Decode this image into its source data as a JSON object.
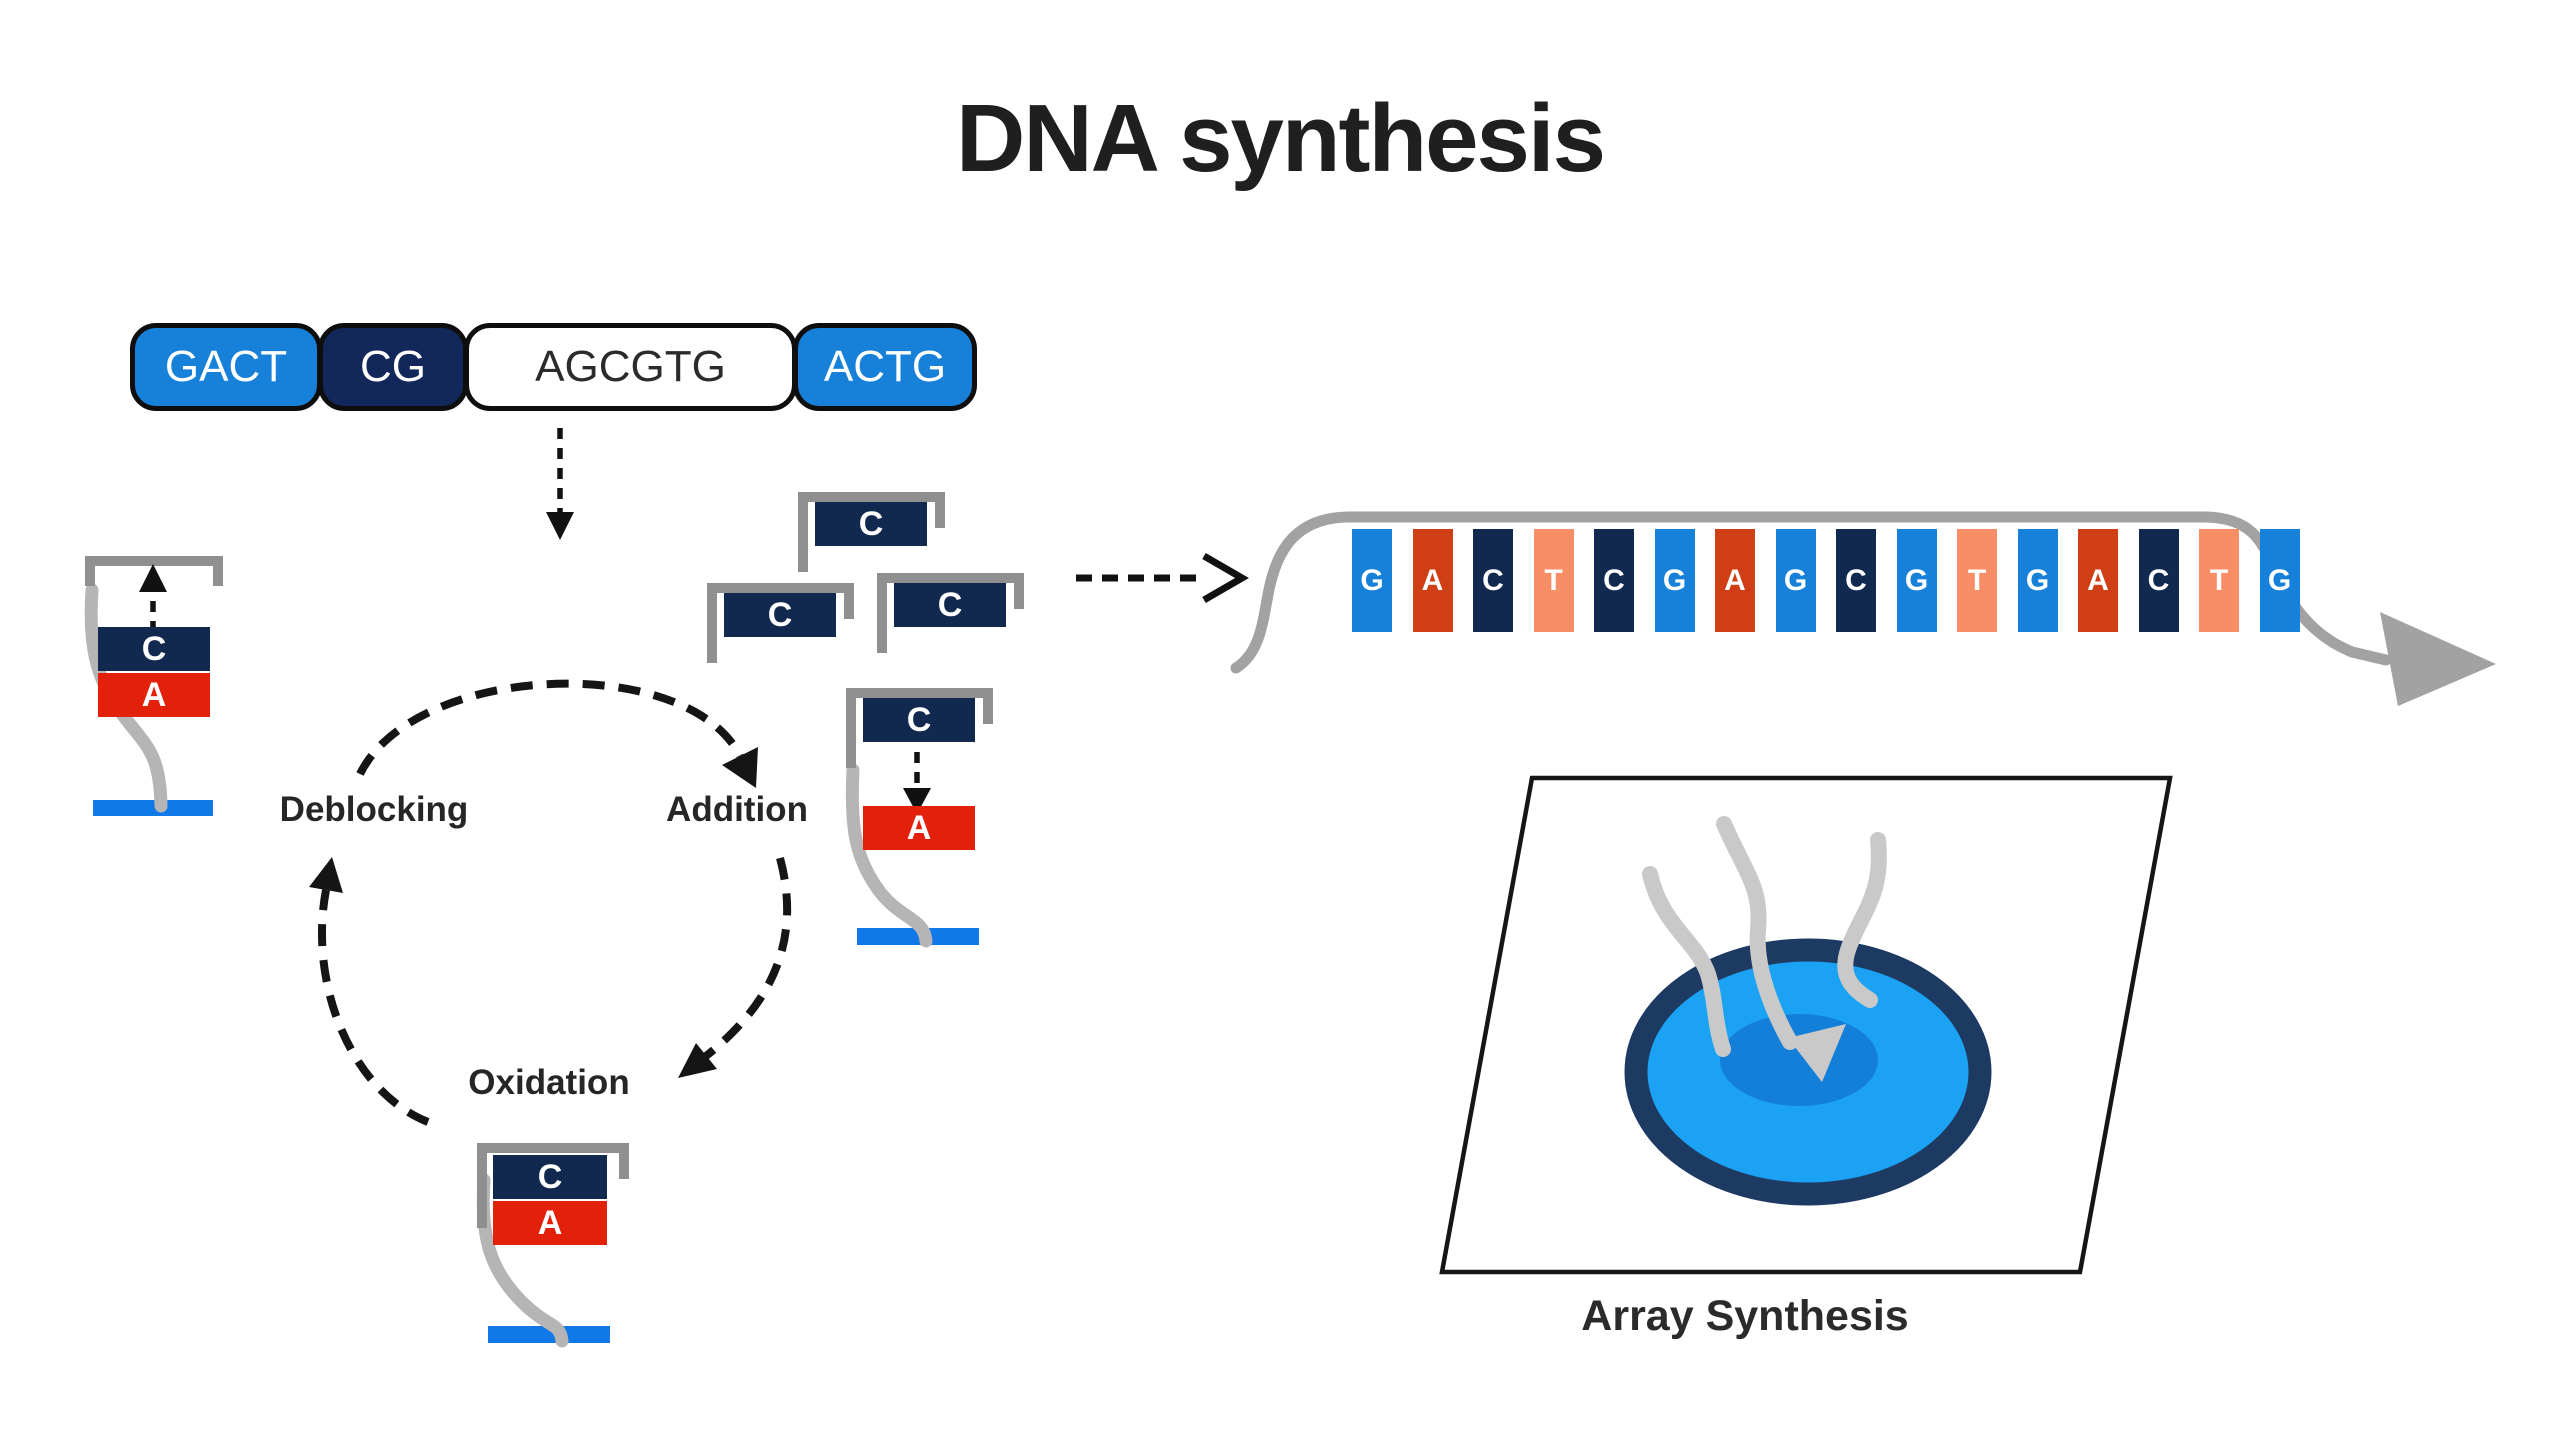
{
  "title": "DNA synthesis",
  "pills": [
    {
      "text": "GACT",
      "variant": "blue"
    },
    {
      "text": "CG",
      "variant": "navy"
    },
    {
      "text": "AGCGTG",
      "variant": "white"
    },
    {
      "text": "ACTG",
      "variant": "blue"
    }
  ],
  "cycle": {
    "deblocking": "Deblocking",
    "addition": "Addition",
    "oxidation": "Oxidation"
  },
  "monomer": {
    "c": "C",
    "a": "A"
  },
  "strand": {
    "bases": [
      "G",
      "A",
      "C",
      "T",
      "C",
      "G",
      "A",
      "G",
      "C",
      "G",
      "T",
      "G",
      "A",
      "C",
      "T",
      "G"
    ],
    "base_colors": {
      "G": "#1781d9",
      "A": "#cf3e14",
      "C": "#12294f",
      "T": "#f88e66"
    }
  },
  "array_panel": {
    "label": "Array Synthesis"
  },
  "colors": {
    "pill_blue": "#1781d9",
    "pill_navy": "#12275a",
    "block_navy": "#12294f",
    "block_red": "#e3210b",
    "support_blue": "#1178e8",
    "bracket_gray": "#8f8f8f",
    "tether_gray": "#b5b5b5",
    "strand_gray": "#a2a2a2",
    "spot_ring_navy": "#1d3a63",
    "spot_fill_azure": "#1ba2f2",
    "spot_core_blue": "#147fd9",
    "spot_strand_gray": "#c9c9c9",
    "text_dark": "#2b2b2b",
    "arrow_black": "#111111"
  }
}
